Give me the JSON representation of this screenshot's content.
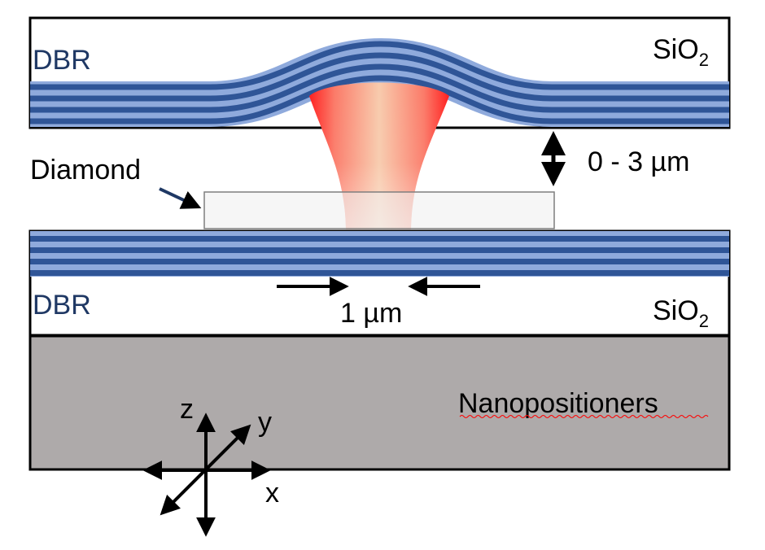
{
  "labels": {
    "dbr_top": "DBR",
    "sio2_top_main": "SiO",
    "sio2_top_sub": "2",
    "diamond": "Diamond",
    "gap": "0 - 3 µm",
    "dbr_bottom": "DBR",
    "sio2_bottom_main": "SiO",
    "sio2_bottom_sub": "2",
    "spot_size": "1 µm",
    "nanopositioners": "Nanopositioners",
    "axis_z": "z",
    "axis_y": "y",
    "axis_x": "x"
  },
  "colors": {
    "dbr_dark": "#2f5597",
    "dbr_light": "#8faadc",
    "label_blue": "#1f3864",
    "nanopositioner_gray": "#aeaaaa",
    "diamond_fill": "#eeeeee",
    "beam_edge": "#ff1f1f",
    "beam_center": "#f8cbad",
    "outline": "#000000",
    "spell_underline": "#ff0000"
  }
}
